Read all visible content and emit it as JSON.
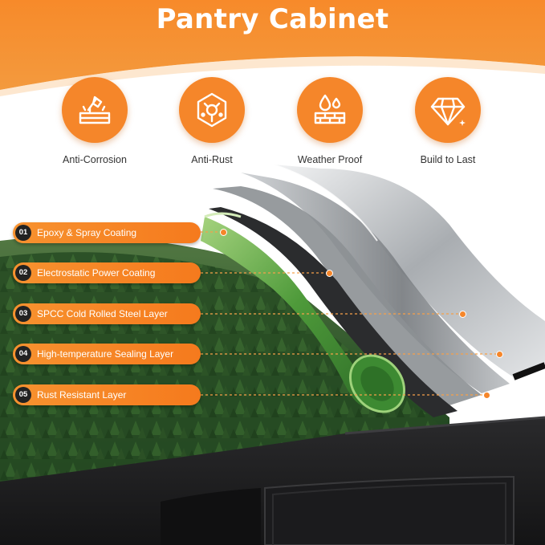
{
  "header": {
    "title": "Pantry Cabinet"
  },
  "features": [
    {
      "label": "Anti-Corrosion",
      "icon": "anti-corrosion-icon"
    },
    {
      "label": "Anti-Rust",
      "icon": "anti-rust-icon"
    },
    {
      "label": "Weather Proof",
      "icon": "weather-proof-icon"
    },
    {
      "label": "Build to Last",
      "icon": "diamond-icon"
    }
  ],
  "layers": [
    {
      "num": "01",
      "label": "Epoxy & Spray Coating"
    },
    {
      "num": "02",
      "label": "Electrostatic Power Coating"
    },
    {
      "num": "03",
      "label": "SPCC Cold Rolled Steel Layer"
    },
    {
      "num": "04",
      "label": "High-temperature Sealing Layer"
    },
    {
      "num": "05",
      "label": "Rust Resistant Layer"
    }
  ],
  "colors": {
    "accent": "#f5862a",
    "cabinet": "#1d1d1f",
    "forest": "#2f5a2c"
  }
}
